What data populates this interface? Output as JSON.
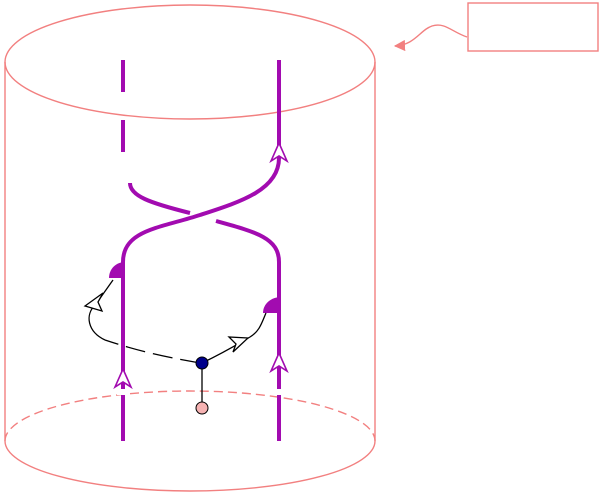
{
  "diagram": {
    "label_box": {
      "text": ""
    },
    "colors": {
      "cylinder": "#f28080",
      "strand": "#a20bb0",
      "strand_fill": "#ffffff",
      "path": "#000000",
      "vertex": "#00008b",
      "base_point": "#f6b3b3"
    },
    "icons": {
      "strand_arrow": "open-triangle-arrow",
      "path_arrow": "open-triangle-arrow",
      "label_pointer": "curved-arrow"
    }
  }
}
